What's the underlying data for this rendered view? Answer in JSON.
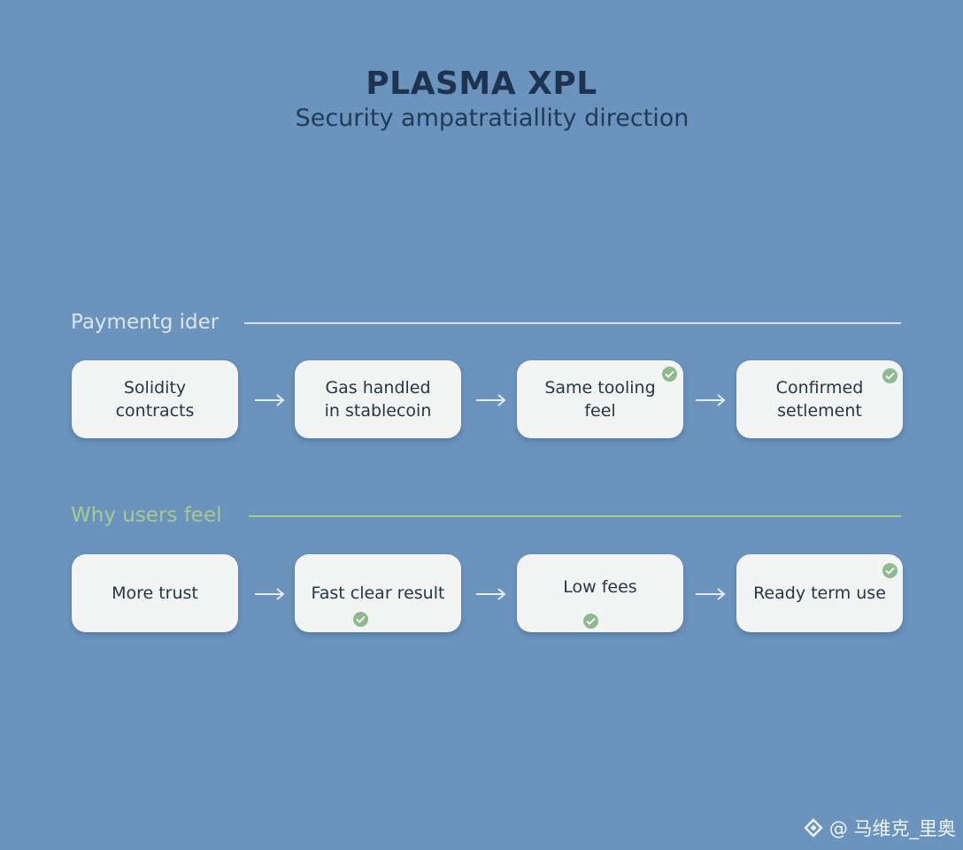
{
  "header": {
    "title": "PLASMA XPL",
    "subtitle": "Security ampatratiallity direction"
  },
  "sections": [
    {
      "label": "Paymentg ider",
      "label_color": "#dde6ef",
      "rule_color": "#d5dfea",
      "cards": [
        {
          "text": "Solidity\ncontracts",
          "check": "none"
        },
        {
          "text": "Gas handled\nin stablecoin",
          "check": "none"
        },
        {
          "text": "Same tooling\nfeel",
          "check": "top-right"
        },
        {
          "text": "Confirmed\nsetlement",
          "check": "top-right"
        }
      ]
    },
    {
      "label": "Why users feel",
      "label_color": "#a9c98f",
      "rule_color": "#a9c98f",
      "cards": [
        {
          "text": "More trust",
          "check": "none"
        },
        {
          "text": "Fast clear result",
          "check": "bottom"
        },
        {
          "text": "Low fees",
          "check": "bottom"
        },
        {
          "text": "Ready term use",
          "check": "top-right"
        }
      ]
    }
  ],
  "colors": {
    "background": "#6a93bd",
    "card": "#f3f4f4",
    "check": "#8fb98f",
    "title": "#1e334f"
  },
  "watermark": {
    "icon": "binance-diamond-icon",
    "text": "@ 马维克_里奥"
  }
}
